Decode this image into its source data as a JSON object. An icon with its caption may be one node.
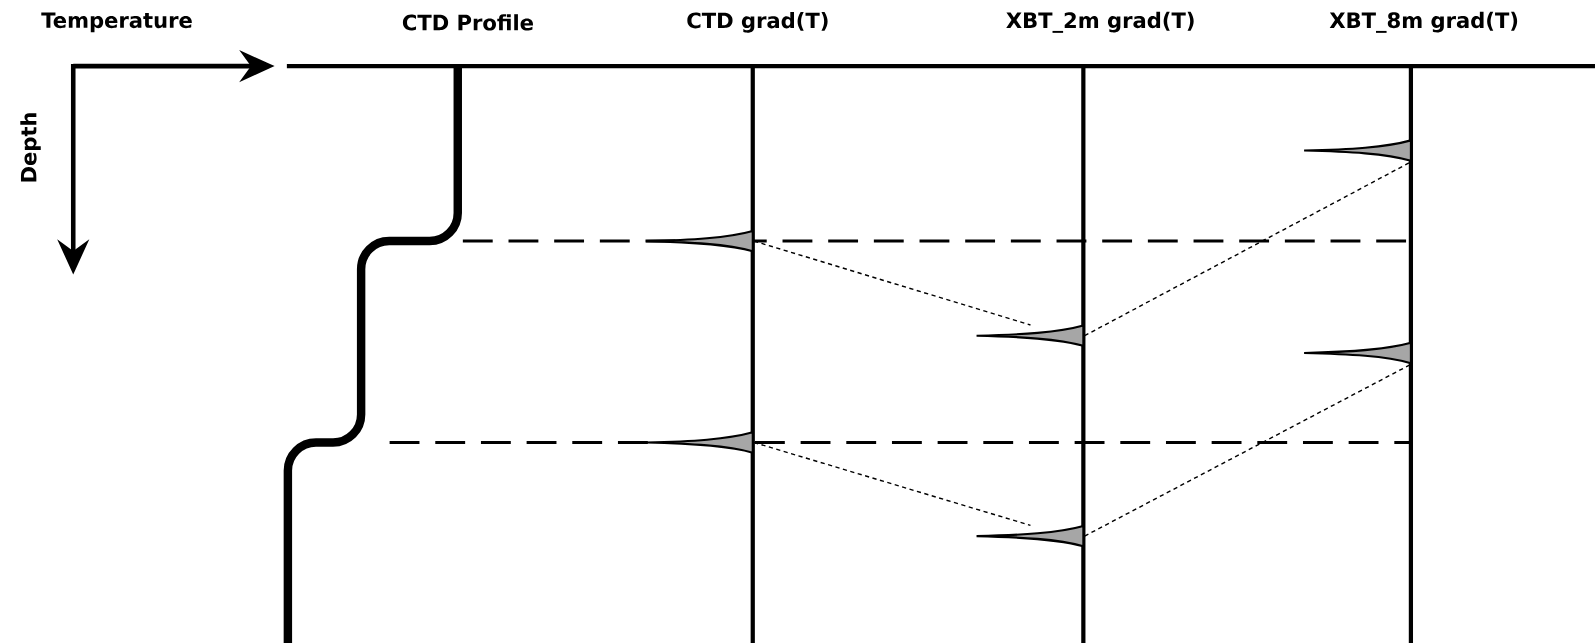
{
  "diagram": {
    "nodes": [
      {
        "text": [],
        "shape": "spike"
      },
      {
        "text": [],
        "shape": "spike"
      },
      {
        "text": [],
        "shape": "spike"
      },
      {
        "text": [],
        "shape": "spike"
      },
      {
        "text": [],
        "shape": "spike"
      },
      {
        "text": [],
        "shape": "spike"
      }
    ],
    "edges": [
      {
        "from": 0,
        "to": 2,
        "arrow": "none",
        "style": "dashed"
      },
      {
        "from": 1,
        "to": 3,
        "arrow": "none",
        "style": "dashed"
      },
      {
        "from": 2,
        "to": 4,
        "arrow": "none",
        "style": "dashed"
      },
      {
        "from": 3,
        "to": 5,
        "arrow": "none",
        "style": "dashed"
      }
    ],
    "labels": [
      "Temperature",
      "CTD Profile",
      "CTD grad(T)",
      "XBT_2m grad(T)",
      "XBT_8m grad(T)",
      "Depth"
    ]
  }
}
